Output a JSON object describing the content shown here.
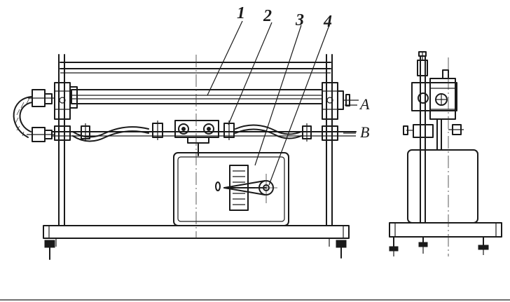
{
  "labels": {
    "n1": "1",
    "n2": "2",
    "n3": "3",
    "n4": "4",
    "a": "A",
    "b": "B"
  },
  "colors": {
    "ink": "#1a1a1a",
    "paper": "#ffffff"
  }
}
